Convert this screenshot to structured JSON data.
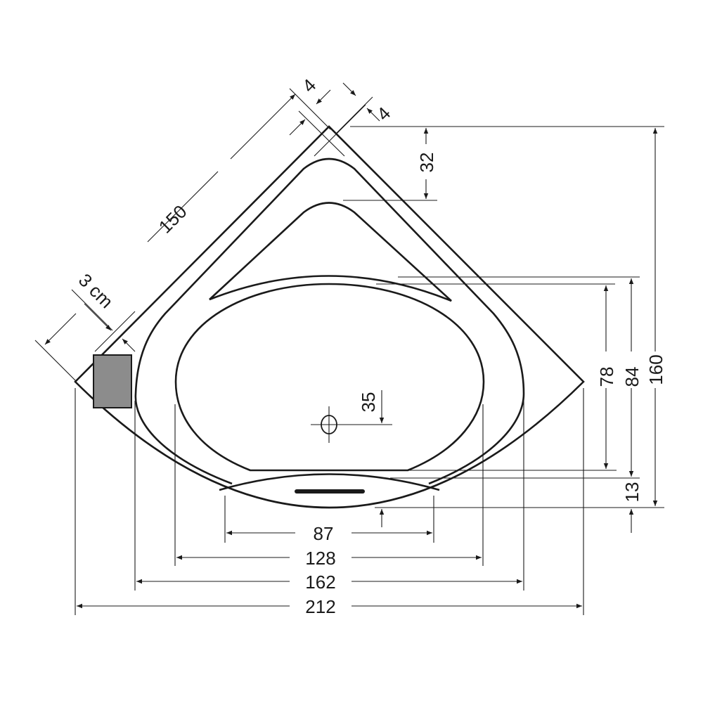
{
  "title_dims": {
    "side_length": "150",
    "clearance": "3 cm",
    "rim_width_a": "4",
    "rim_width_b": "4",
    "backrest_depth": "32",
    "drain_offset": "35",
    "basin_depth": "78",
    "inner_depth": "84",
    "total_depth": "160",
    "front_depth": "13",
    "front_width": "87",
    "basin_width": "128",
    "inner_width": "162",
    "total_width": "212"
  },
  "colors": {
    "line": "#1a1a1a",
    "panel": "#8c8c8c"
  }
}
